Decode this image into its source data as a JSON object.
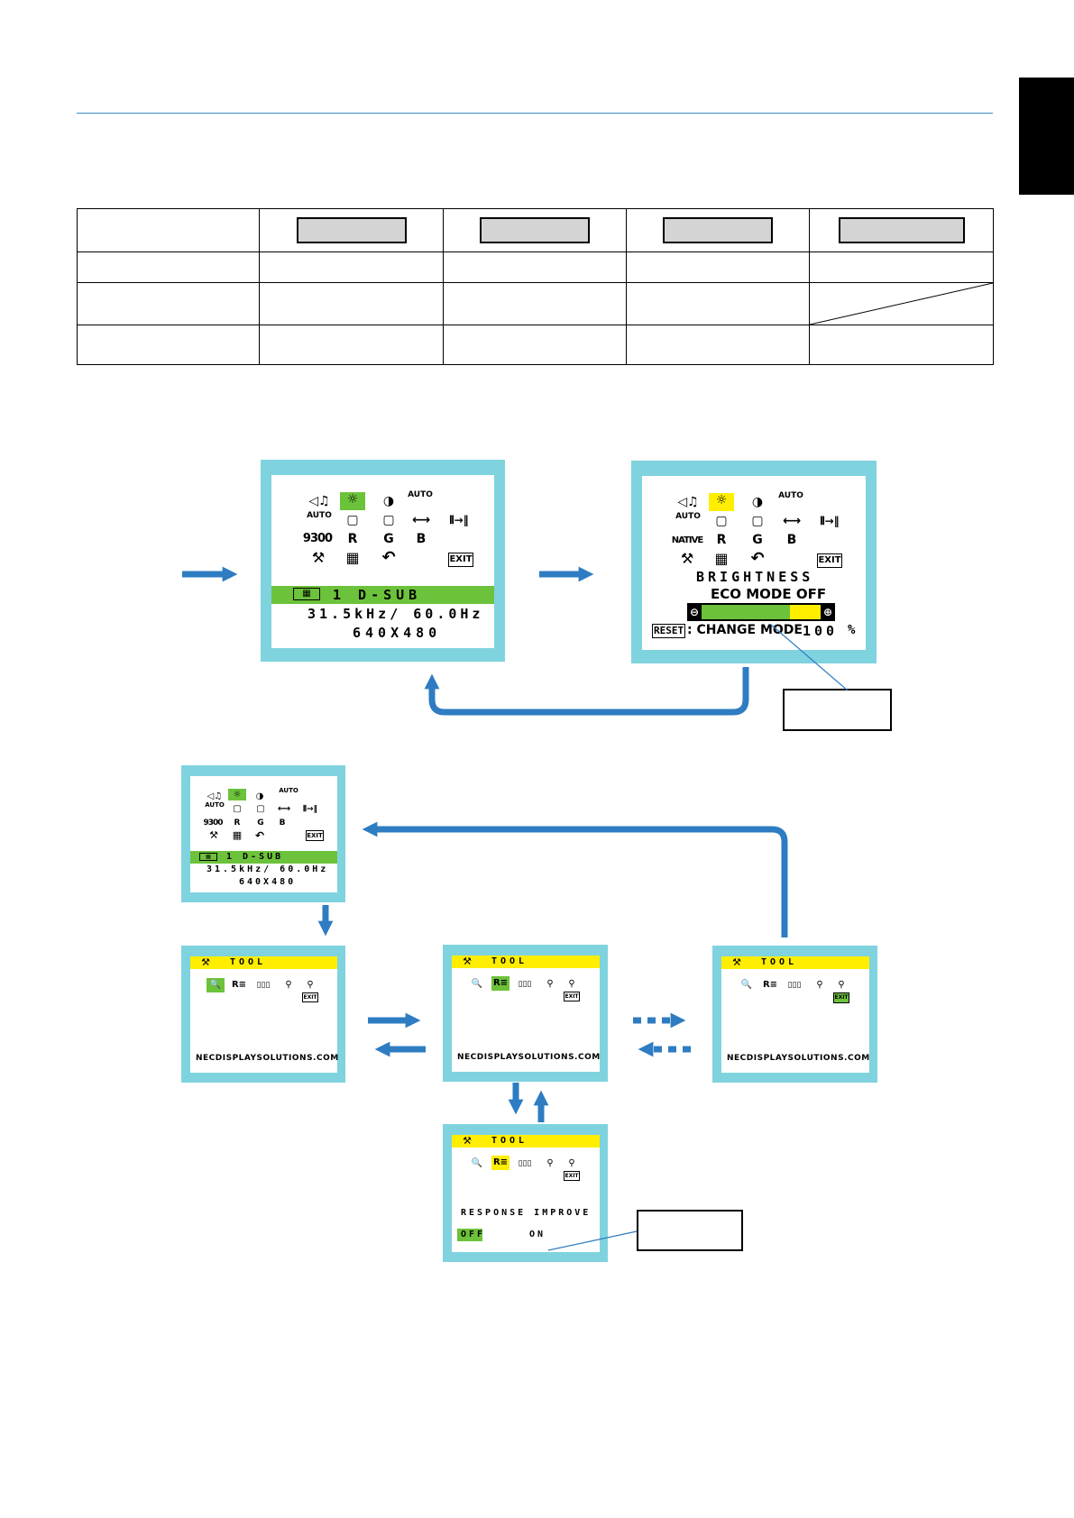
{
  "osd_main": {
    "row_icons_1": [
      "◁♫",
      "☼",
      "◑",
      "AUTO"
    ],
    "row_icons_2": [
      "AUTO",
      "▢",
      "▢",
      "⟷",
      "⦀→‖"
    ],
    "row_icons_3": [
      "9300",
      "R",
      "G",
      "B"
    ],
    "row_icons_4": [
      "⚒",
      "▦",
      "↶",
      "EXIT"
    ],
    "input_label": "1 D-SUB",
    "freq": "31.5kHz/ 60.0Hz",
    "resolution": "640X480"
  },
  "osd_brightness": {
    "row_icons_3": [
      "NATIVE",
      "R",
      "G",
      "B"
    ],
    "label": "BRIGHTNESS",
    "eco": "ECO MODE OFF",
    "reset_key": "RESET",
    "reset_text": ": CHANGE MODE",
    "value": "100",
    "unit": "%",
    "bar_minus": "⊖",
    "bar_plus": "⊕",
    "level_fraction": 0.74
  },
  "tool": {
    "title": "TOOL",
    "url": "NECDISPLAYSOLUTIONS.COM",
    "icons": [
      "🔍",
      "R≡",
      "▯▯▯",
      "⚲",
      "⚲"
    ],
    "exit": "EXIT",
    "response_label": "RESPONSE IMPROVE",
    "off": "OFF",
    "on": "ON"
  },
  "colors": {
    "osd_frame": "#7fd3de",
    "highlight_green": "#6cc23a",
    "highlight_yellow": "#ffee00",
    "arrow_blue": "#2e7cc2"
  }
}
